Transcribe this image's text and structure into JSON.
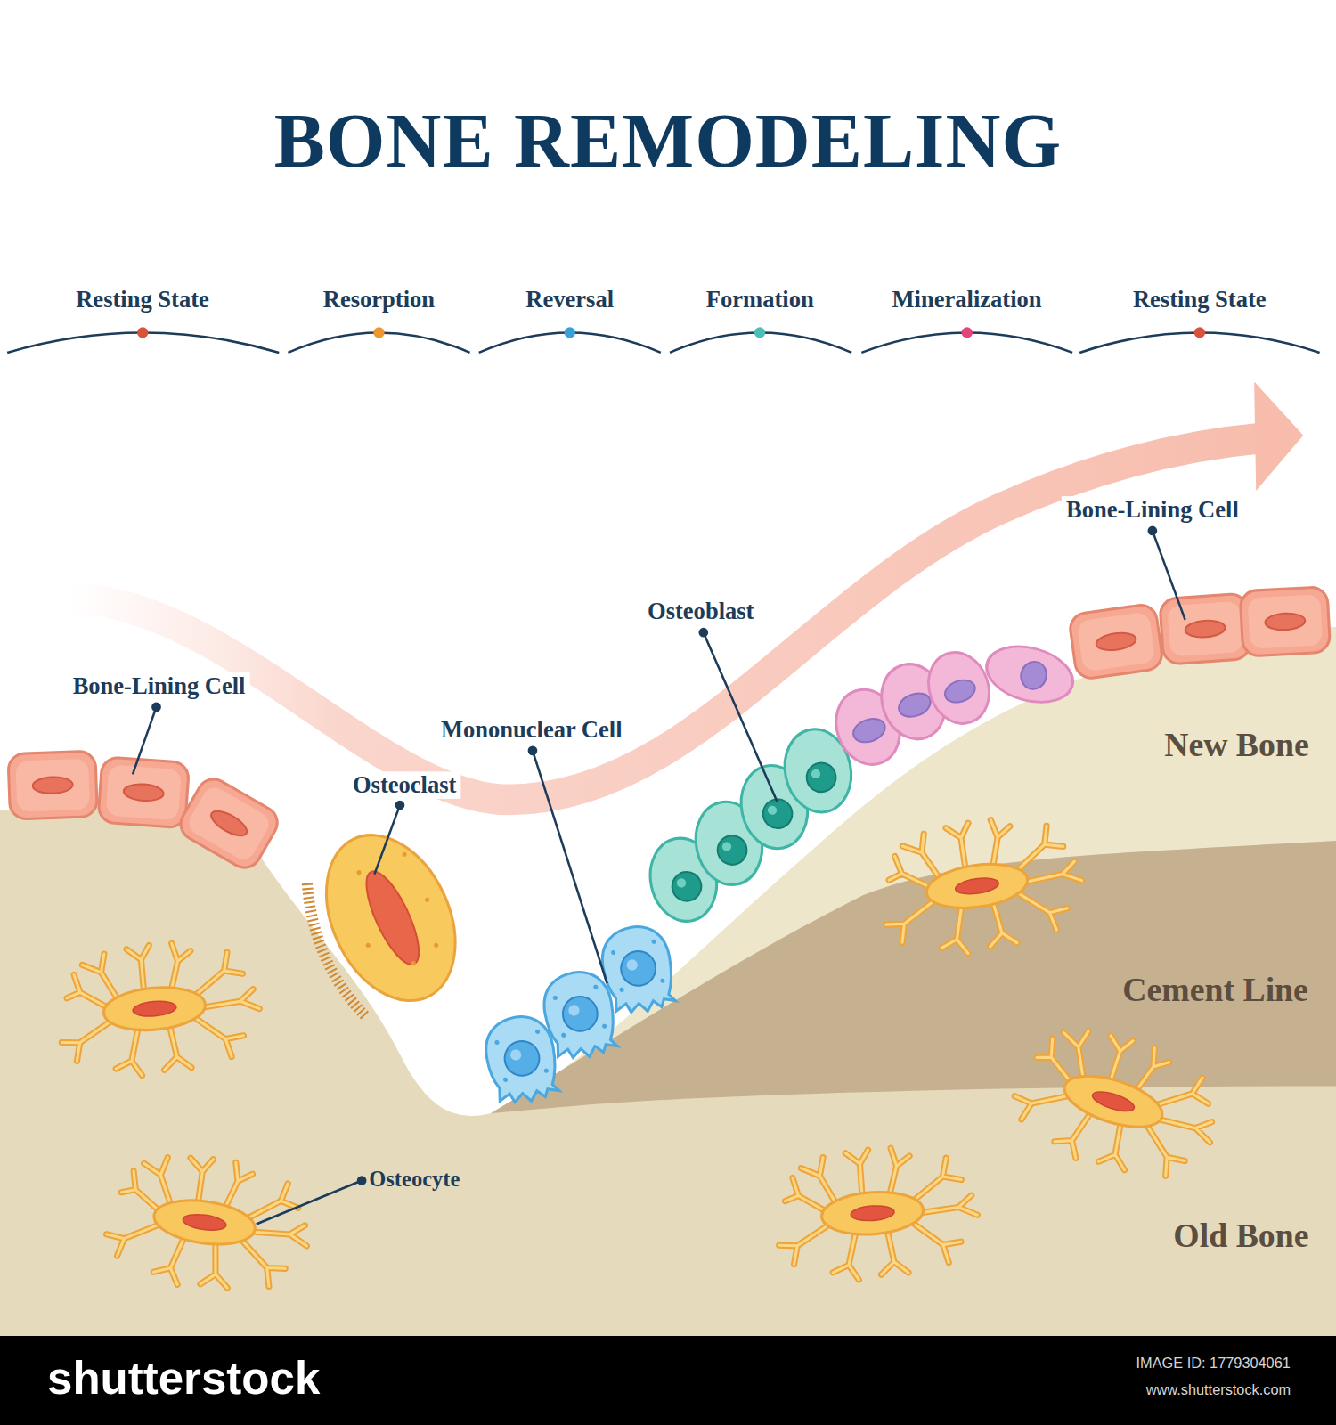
{
  "diagram": {
    "title": "BONE REMODELING",
    "labels": [
      "Resting State",
      "Resorption",
      "Reversal",
      "Formation",
      "Mineralization",
      "Resting State",
      "Bone-Lining Cell",
      "Osteoclast",
      "Mononuclear Cell",
      "Osteoblast",
      "Bone-Lining Cell",
      "New Bone",
      "Cement Line",
      "Old Bone",
      "Osteocyte",
      "shutterstock",
      "IMAGE ID: 1779304061",
      "www.shutterstock.com"
    ]
  }
}
